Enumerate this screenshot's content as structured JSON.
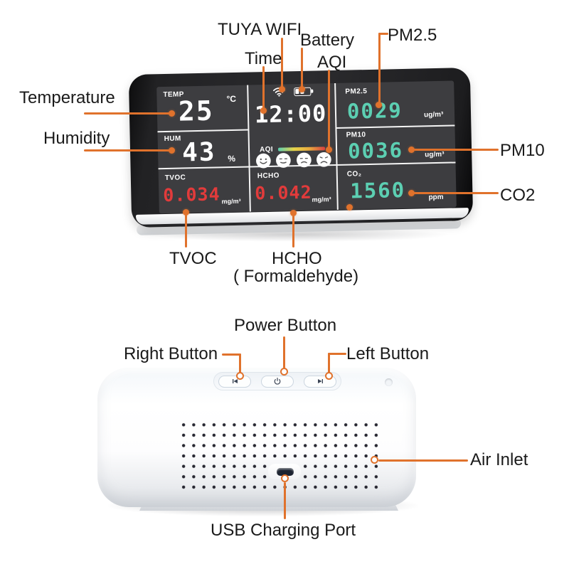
{
  "colors": {
    "accent": "#E0722C",
    "teal": "#5CCFB2",
    "red": "#E23B3B",
    "screen_bg": "#3D3D40",
    "label_text": "#1A1A1A"
  },
  "front_view": {
    "annotations": {
      "temperature": "Temperature",
      "humidity": "Humidity",
      "tuya_wifi": "TUYA WIFI",
      "time": "Time",
      "battery": "Battery",
      "aqi": "AQI",
      "pm25": "PM2.5",
      "pm10": "PM10",
      "co2": "CO2",
      "tvoc": "TVOC",
      "hcho": "HCHO",
      "hcho_sub": "( Formaldehyde)"
    },
    "display": {
      "temp": {
        "label": "TEMP",
        "value": "25",
        "unit": "°C"
      },
      "hum": {
        "label": "HUM",
        "value": "43",
        "unit": "%"
      },
      "time": {
        "value": "12:00"
      },
      "status_icons": {
        "wifi": "wifi-icon",
        "battery": "battery-icon",
        "battery_filled": 2,
        "battery_total": 3
      },
      "aqi": {
        "label": "AQI",
        "bar_colors": [
          "#5CCFB2",
          "#E5D44A",
          "#E8A93E",
          "#D94040"
        ],
        "faces": [
          "happy-face-icon",
          "neutral-face-icon",
          "sad-face-icon",
          "very-sad-face-icon"
        ]
      },
      "pm25": {
        "label": "PM2.5",
        "value": "0029",
        "unit": "ug/m³"
      },
      "pm10": {
        "label": "PM10",
        "value": "0036",
        "unit": "ug/m³"
      },
      "tvoc": {
        "label": "TVOC",
        "value": "0.034",
        "unit": "mg/m³"
      },
      "hcho": {
        "label": "HCHO",
        "value": "0.042",
        "unit": "mg/m³"
      },
      "co2": {
        "label": "CO₂",
        "value": "1560",
        "unit": "ppm"
      }
    }
  },
  "back_view": {
    "annotations": {
      "power_button": "Power Button",
      "right_button": "Right Button",
      "left_button": "Left Button",
      "air_inlet": "Air Inlet",
      "usb": "USB Charging Port"
    },
    "button_icons": [
      "left-arrow-icon",
      "power-icon",
      "right-arrow-icon"
    ]
  }
}
